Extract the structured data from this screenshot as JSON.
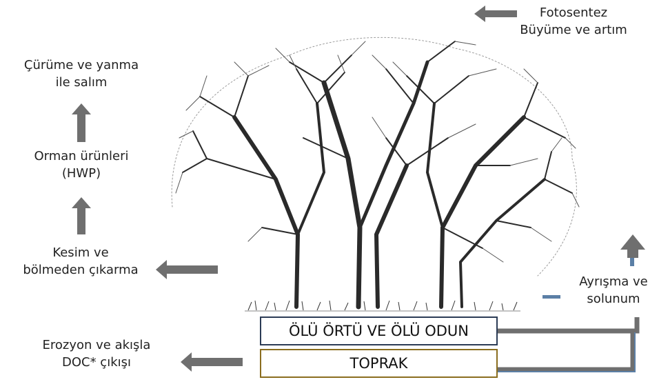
{
  "labels": {
    "photosynthesis_line1": "Fotosentez",
    "photosynthesis_line2": "Büyüme ve artım",
    "decay_line1": "Çürüme ve yanma",
    "decay_line2": "ile salım",
    "hwp_line1": "Orman ürünleri",
    "hwp_line2": "(HWP)",
    "harvest_line1": "Kesim ve",
    "harvest_line2": "bölmeden çıkarma",
    "erosion_line1": "Erozyon ve akışla",
    "erosion_line2": "DOC* çıkışı",
    "decomposition_line1": "Ayrışma ve",
    "decomposition_line2": "solunum"
  },
  "boxes": {
    "dead_organic_matter": "ÖLÜ ÖRTÜ VE ÖLÜ ODUN",
    "soil": "TOPRAK"
  },
  "colors": {
    "arrow_gray": "#6f6f6f",
    "dead_box_border": "#2b3b55",
    "soil_box_border": "#8a6d1e",
    "blue_line": "#5b7fa6"
  }
}
